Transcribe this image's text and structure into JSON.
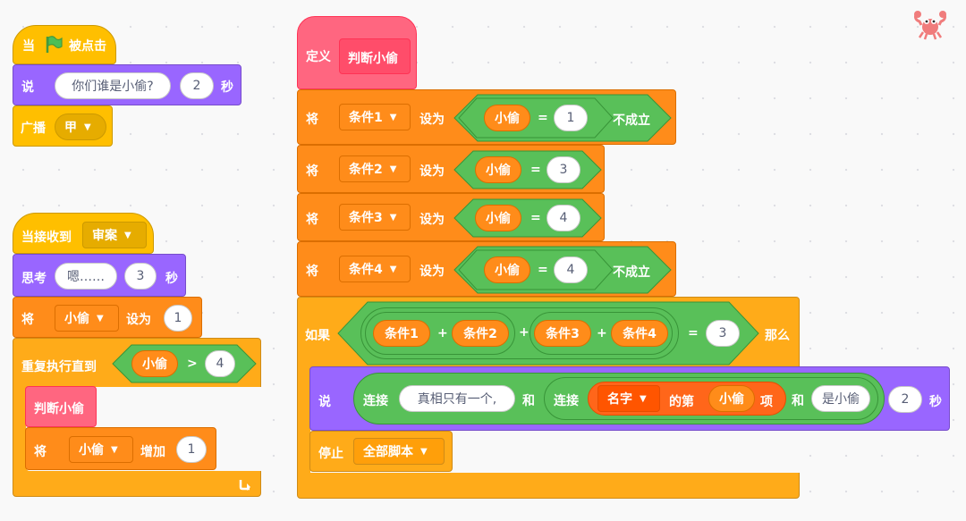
{
  "script1": {
    "when_label": "当",
    "clicked_label": "被点击",
    "say": {
      "label": "说",
      "text": "你们谁是小偷?",
      "secs": "2",
      "unit": "秒"
    },
    "broadcast": {
      "label": "广播",
      "value": "甲"
    }
  },
  "script2": {
    "receive": {
      "label": "当接收到",
      "value": "审案"
    },
    "think": {
      "label": "思考",
      "text": "嗯……",
      "secs": "3",
      "unit": "秒"
    },
    "set": {
      "label": "将",
      "var": "小偷",
      "to": "设为",
      "value": "1"
    },
    "repeat": {
      "label": "重复执行直到",
      "var": "小偷",
      "op": ">",
      "value": "4"
    },
    "call": {
      "label": "判断小偷"
    },
    "change": {
      "label": "将",
      "var": "小偷",
      "by": "增加",
      "value": "1"
    }
  },
  "script3": {
    "define": {
      "label": "定义",
      "name": "判断小偷"
    },
    "rows": [
      {
        "label": "将",
        "var": "条件1",
        "to": "设为",
        "reporter": "小偷",
        "eq": "=",
        "value": "1",
        "not": "不成立"
      },
      {
        "label": "将",
        "var": "条件2",
        "to": "设为",
        "reporter": "小偷",
        "eq": "=",
        "value": "3"
      },
      {
        "label": "将",
        "var": "条件3",
        "to": "设为",
        "reporter": "小偷",
        "eq": "=",
        "value": "4"
      },
      {
        "label": "将",
        "var": "条件4",
        "to": "设为",
        "reporter": "小偷",
        "eq": "=",
        "value": "4",
        "not": "不成立"
      }
    ],
    "if": {
      "label": "如果",
      "c1": "条件1",
      "c2": "条件2",
      "c3": "条件3",
      "c4": "条件4",
      "plus": "+",
      "eq": "=",
      "value": "3",
      "then": "那么"
    },
    "say": {
      "label": "说",
      "join": "连接",
      "text1": "真相只有一个,",
      "and": "和",
      "list": "名字",
      "item_of": "的第",
      "var": "小偷",
      "item": "项",
      "text2": "是小偷",
      "secs": "2",
      "unit": "秒"
    },
    "stop": {
      "label": "停止",
      "value": "全部脚本"
    }
  },
  "colors": {
    "events": "#ffbf00",
    "looks": "#9966ff",
    "control": "#ffab19",
    "variables": "#ff8c1a",
    "my_blocks": "#ff6680",
    "operators": "#59c059",
    "lists": "#ff661a"
  },
  "icons": {
    "flag": "green-flag-icon",
    "arrow": "dropdown-arrow-icon",
    "loop": "loop-arrow-icon",
    "sprite": "crab-sprite-icon"
  }
}
